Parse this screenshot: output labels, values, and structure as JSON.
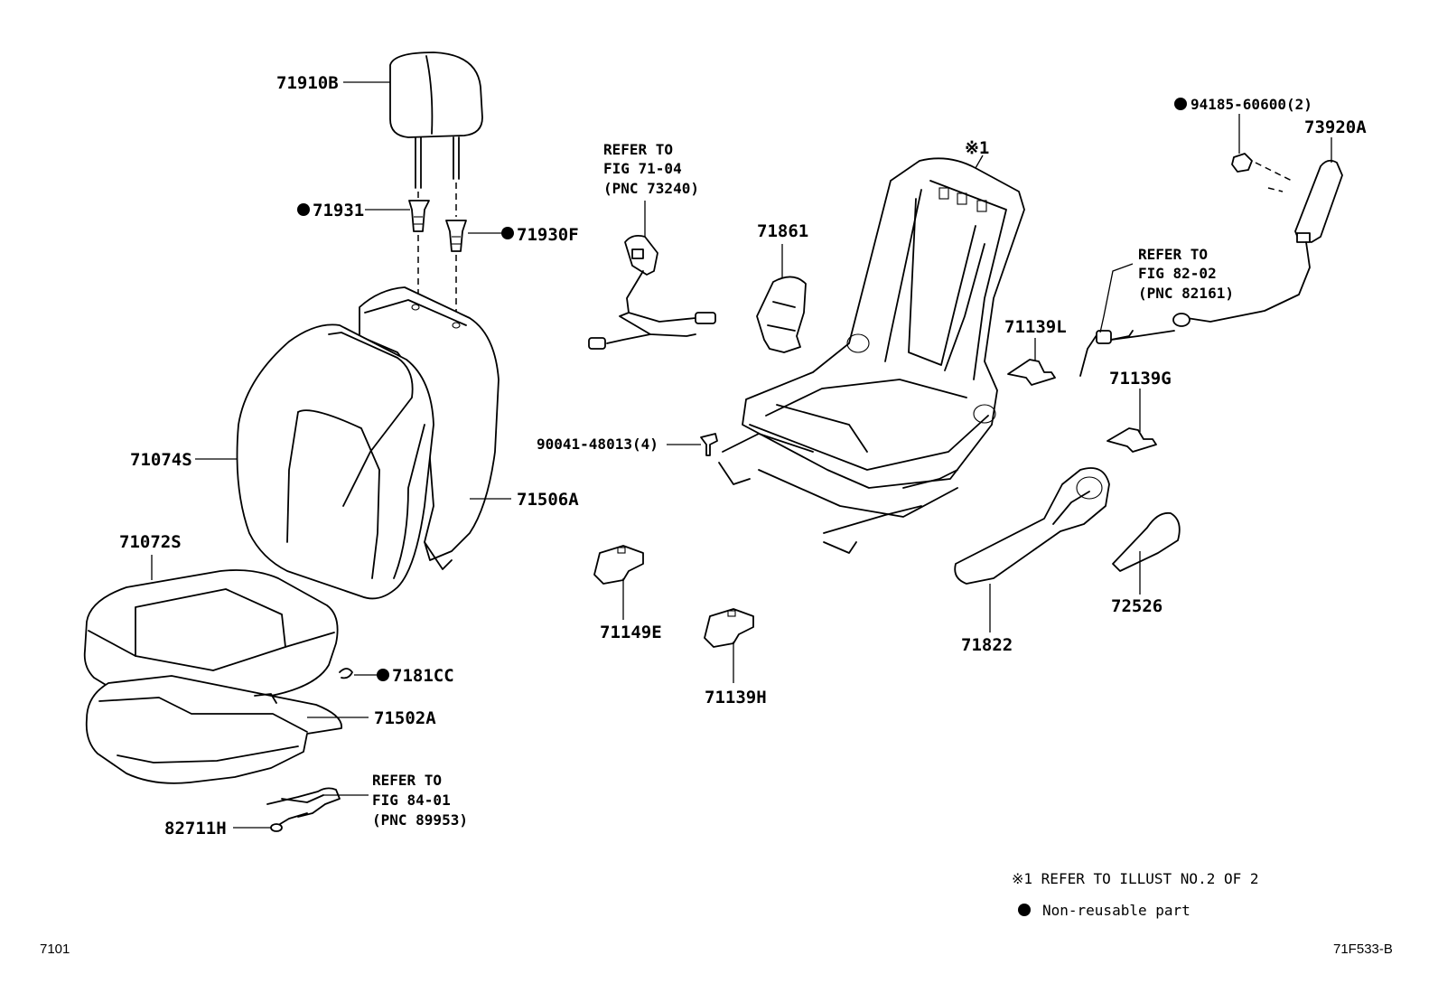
{
  "labels": {
    "p71910B": "71910B",
    "p71931": "71931",
    "p71930F": "71930F",
    "p71074S": "71074S",
    "p71506A": "71506A",
    "p71072S": "71072S",
    "p7181CC": "7181CC",
    "p71502A": "71502A",
    "p82711H": "82711H",
    "p71861": "71861",
    "p90041": "90041-48013(4)",
    "p71149E": "71149E",
    "p71139H": "71139H",
    "p71139L": "71139L",
    "p71139G": "71139G",
    "p71822": "71822",
    "p72526": "72526",
    "p94185": "94185-60600(2)",
    "p73920A": "73920A",
    "frame_ref": "※1"
  },
  "refer_blocks": {
    "seatbelt": [
      "REFER TO",
      "FIG 71-04",
      "(PNC 73240)"
    ],
    "harness_right": [
      "REFER TO",
      "FIG 82-02",
      "(PNC 82161)"
    ],
    "cushion_harness": [
      "REFER TO",
      "FIG 84-01",
      "(PNC 89953)"
    ]
  },
  "notes": {
    "illust_ref": "※1 REFER TO ILLUST NO.2 OF 2",
    "non_reusable": "Non-reusable part"
  },
  "footer": {
    "left_code": "7101",
    "right_code": "71F533-B"
  }
}
